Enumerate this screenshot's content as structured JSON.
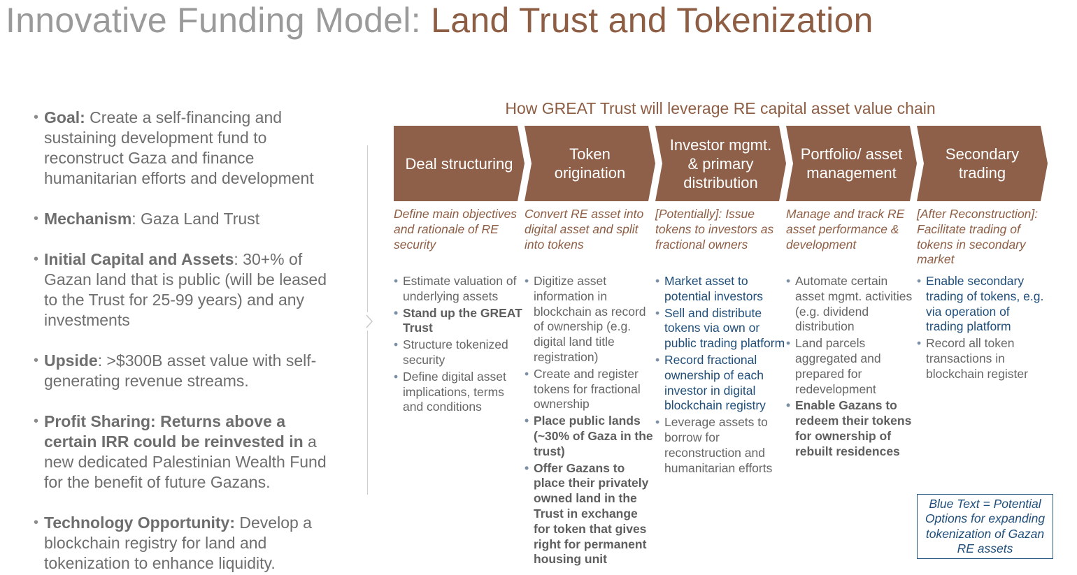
{
  "title": {
    "prefix": "Innovative Funding Model: ",
    "highlight": "Land Trust and Tokenization"
  },
  "left_points": [
    {
      "label": "Goal:",
      "text": " Create a self-financing and sustaining development fund to reconstruct Gaza and finance humanitarian efforts and development"
    },
    {
      "label": "Mechanism",
      "text": ": Gaza Land Trust"
    },
    {
      "label": "Initial Capital and Assets",
      "text": ": 30+% of Gazan land that is public (will be leased to the Trust for 25-99 years) and any investments"
    },
    {
      "label": "Upside",
      "text": ": >$300B asset value with self-generating revenue streams."
    },
    {
      "label": "Profit Sharing: Returns above a certain IRR could be reinvested in",
      "text": " a new dedicated Palestinian Wealth Fund for the benefit of future Gazans."
    },
    {
      "label": "Technology Opportunity:",
      "text": " Develop a blockchain registry for land and tokenization to enhance liquidity."
    }
  ],
  "chain_title": "How GREAT Trust will leverage RE capital asset value chain",
  "stages": [
    {
      "name": "Deal structuring",
      "description": "Define main objectives and rationale of RE security",
      "bullets": [
        {
          "text": "Estimate valuation of underlying assets",
          "style": "normal"
        },
        {
          "text": "Stand up the GREAT Trust",
          "style": "bold"
        },
        {
          "text": "Structure tokenized security",
          "style": "normal"
        },
        {
          "text": "Define digital asset implications, terms and conditions",
          "style": "normal"
        }
      ]
    },
    {
      "name": "Token origination",
      "description": "Convert RE asset into digital asset and split into tokens",
      "bullets": [
        {
          "text": "Digitize asset information in blockchain as record of ownership (e.g. digital land title registration)",
          "style": "normal"
        },
        {
          "text": "Create and register tokens for fractional ownership",
          "style": "normal"
        },
        {
          "text": "Place public lands (~30% of Gaza in the trust)",
          "style": "bold"
        },
        {
          "text": "Offer Gazans to place their privately owned land in the Trust in exchange for token that gives right for permanent housing unit",
          "style": "bold"
        }
      ]
    },
    {
      "name": "Investor mgmt. & primary distribution",
      "description": "[Potentially]: Issue tokens to investors as fractional owners",
      "bullets": [
        {
          "text": "Market asset to potential investors",
          "style": "blue"
        },
        {
          "text": "Sell and distribute tokens via own or public trading platform",
          "style": "blue"
        },
        {
          "text": "Record fractional ownership of each investor in digital blockchain registry",
          "style": "blue"
        },
        {
          "text": "Leverage assets to borrow for reconstruction and humanitarian efforts",
          "style": "normal"
        }
      ]
    },
    {
      "name": "Portfolio/ asset management",
      "description": "Manage and track RE asset performance & development",
      "bullets": [
        {
          "text": "Automate certain asset mgmt. activities (e.g. dividend distribution",
          "style": "normal"
        },
        {
          "text": "Land parcels aggregated and prepared for redevelopment",
          "style": "normal"
        },
        {
          "text": "Enable Gazans to redeem their tokens for ownership of rebuilt residences",
          "style": "bold"
        }
      ]
    },
    {
      "name": "Secondary trading",
      "description": "[After Reconstruction]: Facilitate trading of tokens in secondary market",
      "bullets": [
        {
          "text": "Enable secondary trading of tokens, e.g. via operation of trading platform",
          "style": "blue"
        },
        {
          "text": "Record all token transactions in blockchain register",
          "style": "normal"
        }
      ]
    }
  ],
  "legend": "Blue Text = Potential Options for expanding tokenization of Gazan RE assets",
  "colors": {
    "brown": "#8e6049",
    "grey_title": "#9a9a9a",
    "blue_text": "#1f4e7a"
  }
}
